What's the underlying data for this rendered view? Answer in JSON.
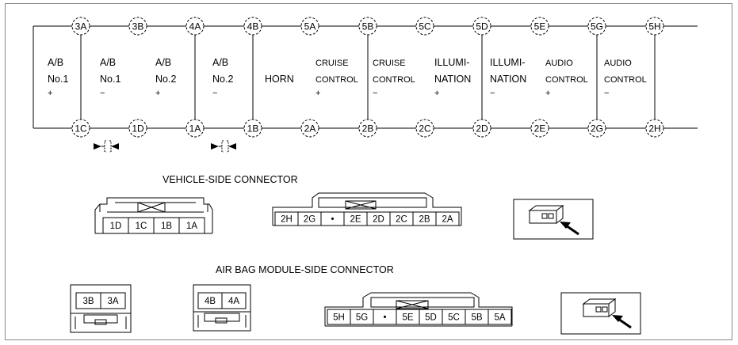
{
  "top_pins": [
    "3A",
    "3B",
    "4A",
    "4B",
    "5A",
    "5B",
    "5C",
    "5D",
    "5E",
    "5G",
    "5H"
  ],
  "bottom_pins": [
    "1C",
    "1D",
    "1A",
    "1B",
    "2A",
    "2B",
    "2C",
    "2D",
    "2E",
    "2G",
    "2H"
  ],
  "circuits": [
    [
      "A/B",
      "No.1",
      "+"
    ],
    [
      "A/B",
      "No.1",
      "−"
    ],
    [
      "A/B",
      "No.2",
      "+"
    ],
    [
      "A/B",
      "No.2",
      "−"
    ],
    [
      "HORN"
    ],
    [
      "CRUISE",
      "CONTROL",
      "+"
    ],
    [
      "CRUISE",
      "CONTROL",
      "−"
    ],
    [
      "ILLUMI-",
      "NATION",
      "+"
    ],
    [
      "ILLUMI-",
      "NATION",
      "−"
    ],
    [
      "AUDIO",
      "CONTROL",
      "+"
    ],
    [
      "AUDIO",
      "CONTROL",
      "−"
    ]
  ],
  "headings": {
    "vehicle_side": "VEHICLE-SIDE CONNECTOR",
    "airbag_side": "AIR BAG MODULE-SIDE CONNECTOR"
  },
  "vehicle_small_connector": [
    "1D",
    "1C",
    "1B",
    "1A"
  ],
  "vehicle_large_connector": [
    "2H",
    "2G",
    "•",
    "2E",
    "2D",
    "2C",
    "2B",
    "2A"
  ],
  "airbag_connector_3": [
    "3B",
    "3A"
  ],
  "airbag_connector_4": [
    "4B",
    "4A"
  ],
  "airbag_large_connector": [
    "5H",
    "5G",
    "•",
    "5E",
    "5D",
    "5C",
    "5B",
    "5A"
  ]
}
